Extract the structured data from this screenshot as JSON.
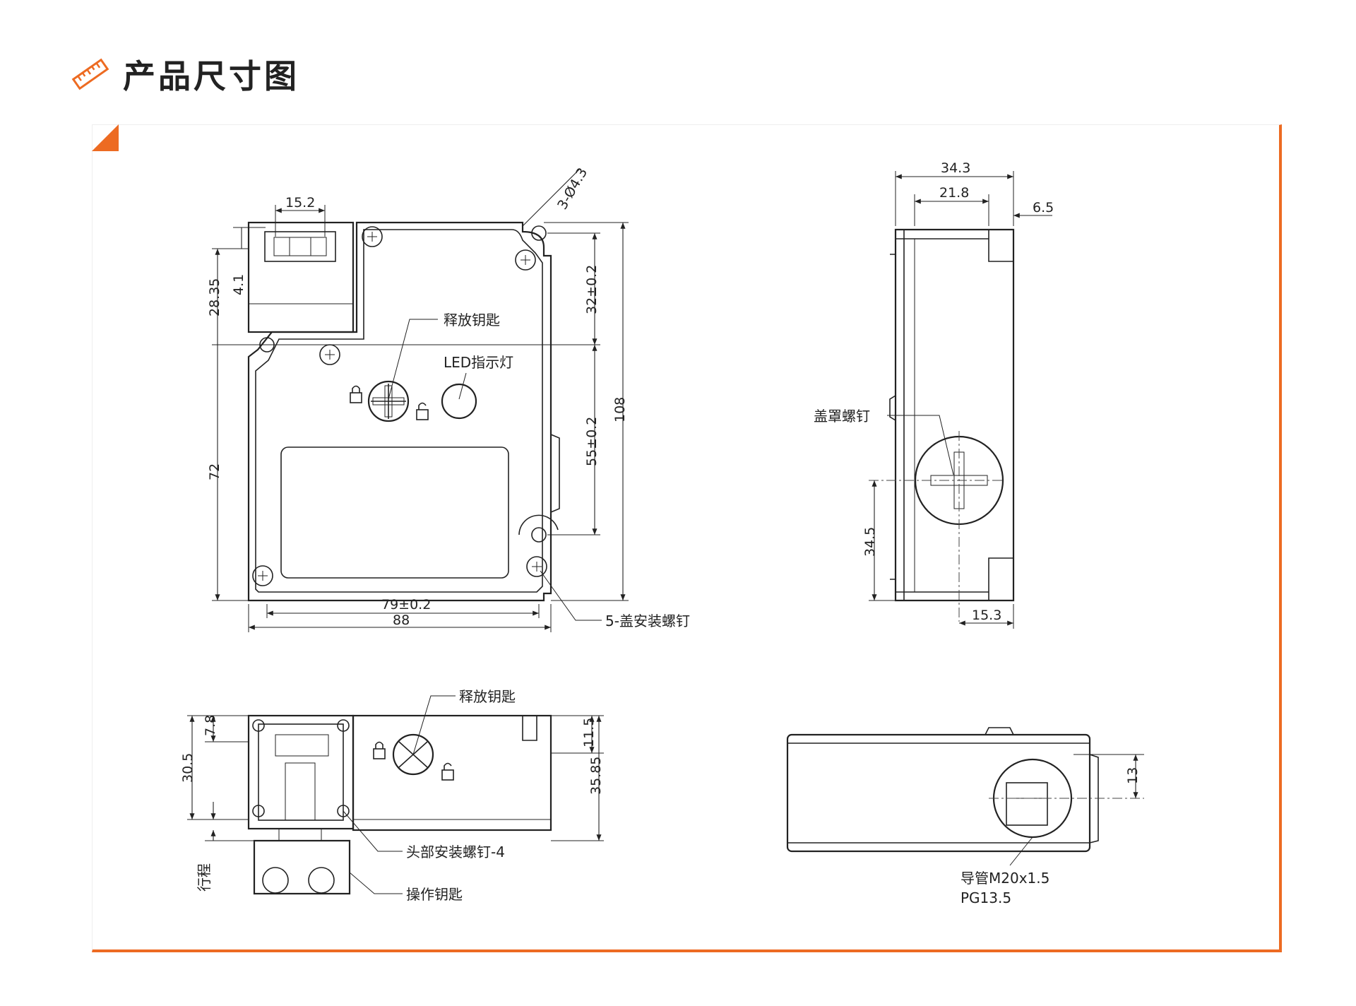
{
  "header": {
    "title": "产品尺寸图",
    "icon": "ruler-icon"
  },
  "colors": {
    "accent": "#ED6B22",
    "line": "#222222"
  },
  "front_view": {
    "dims": {
      "head_width": "15.2",
      "hole_spec": "3-Ø4.3",
      "head_height": "28.35",
      "slot": "4.1",
      "top_to_hole": "32±0.2",
      "total_height": "108",
      "hole_to_hole": "55±0.2",
      "body_height": "72",
      "hole_span": "79±0.2",
      "total_width": "88"
    },
    "labels": {
      "release_key": "释放钥匙",
      "led": "LED指示灯",
      "cover_screws": "5-盖安装螺钉"
    }
  },
  "side_view": {
    "dims": {
      "depth": "34.3",
      "inner": "21.8",
      "flange": "6.5",
      "screw_height": "34.5",
      "screw_offset": "15.3"
    },
    "labels": {
      "cover_screw": "盖罩螺钉"
    }
  },
  "top_view": {
    "dims": {
      "d1": "7.8",
      "d2": "30.5",
      "d3": "11.5",
      "d4": "35.85"
    },
    "labels": {
      "release_key": "释放钥匙",
      "head_screws": "头部安装螺钉-4",
      "stroke": "行程",
      "actuator": "操作钥匙"
    }
  },
  "bottom_view": {
    "dims": {
      "d1": "13"
    },
    "labels": {
      "conduit_line1": "导管M20x1.5",
      "conduit_line2": "PG13.5"
    }
  }
}
